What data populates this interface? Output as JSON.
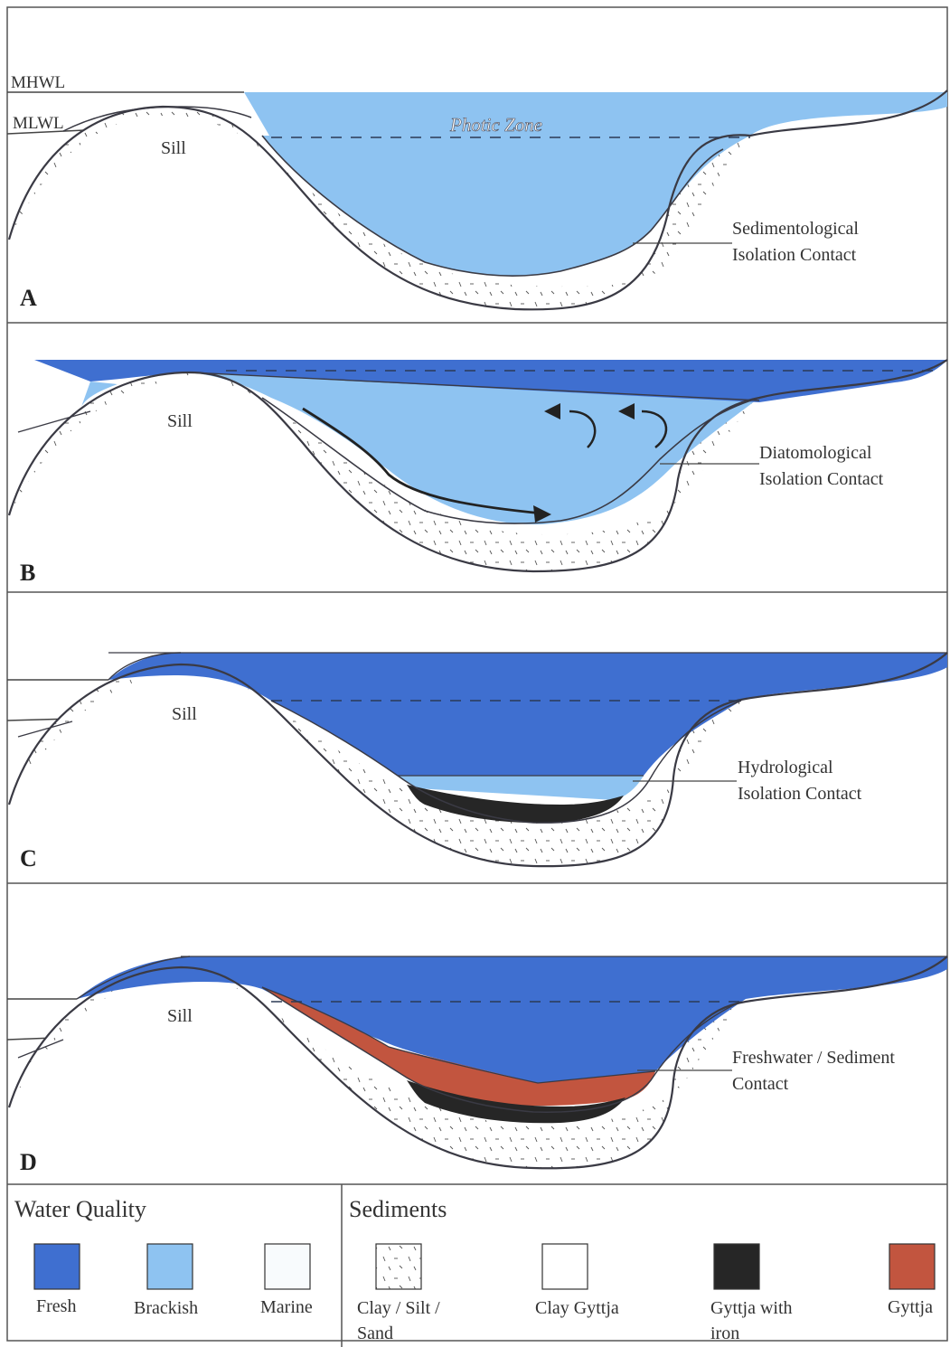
{
  "levels": {
    "mhwl": "MHWL",
    "mlwl": "MLWL"
  },
  "panels": [
    {
      "letter": "A",
      "sill": "Sill",
      "photic": "Photic Zone",
      "contact": [
        "Sedimentological",
        "Isolation Contact"
      ]
    },
    {
      "letter": "B",
      "sill": "Sill",
      "contact": [
        "Diatomological",
        "Isolation Contact"
      ]
    },
    {
      "letter": "C",
      "sill": "Sill",
      "contact": [
        "Hydrological",
        "Isolation Contact"
      ]
    },
    {
      "letter": "D",
      "sill": "Sill",
      "contact": [
        "Freshwater / Sediment",
        "Contact"
      ]
    }
  ],
  "legend": {
    "water_title": "Water Quality",
    "sediment_title": "Sediments",
    "water": [
      {
        "label": [
          "Fresh"
        ],
        "color": "#3f6fd0"
      },
      {
        "label": [
          "Brackish"
        ],
        "color": "#8ec3f1"
      },
      {
        "label": [
          "Marine"
        ],
        "color": "#f8fbfd"
      }
    ],
    "sediments": [
      {
        "label": [
          "Clay / Silt /",
          "Sand"
        ],
        "pattern": "dashes"
      },
      {
        "label": [
          "Clay Gyttja"
        ],
        "color": "#ffffff"
      },
      {
        "label": [
          "Gyttja with",
          "iron"
        ],
        "color": "#262626"
      },
      {
        "label": [
          "Gyttja"
        ],
        "color": "#c2553f"
      }
    ]
  },
  "colors": {
    "fresh": "#3f6fd0",
    "brackish": "#8ec3f1",
    "marine": "#f8fbfd",
    "iron": "#262626",
    "gyttja": "#c2553f",
    "line": "#3a3a44"
  }
}
